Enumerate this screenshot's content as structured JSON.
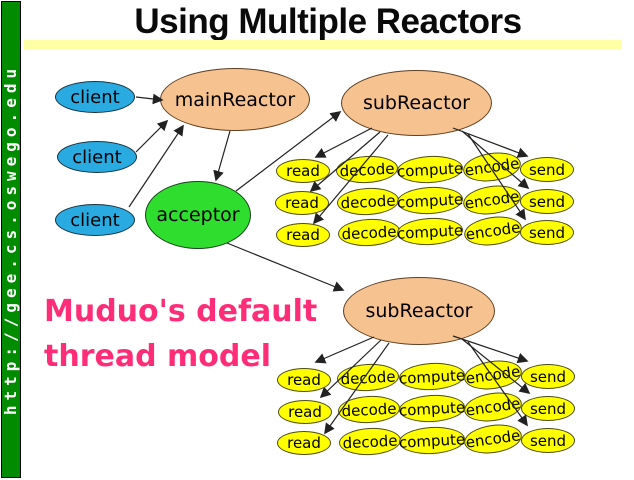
{
  "sidebar": {
    "url": "http://gee.cs.oswego.edu"
  },
  "slide": {
    "title": "Using Multiple Reactors",
    "caption": {
      "line1": "Muduo's default",
      "line2": "thread model"
    }
  },
  "diagram": {
    "nodes": {
      "clients": [
        "client",
        "client",
        "client"
      ],
      "main_reactor": "mainReactor",
      "acceptor": "acceptor",
      "sub_reactors": [
        "subReactor",
        "subReactor"
      ],
      "task_labels": [
        "read",
        "decode",
        "compute",
        "encode",
        "send"
      ],
      "task_rows_per_sub_reactor": 3
    },
    "edges": [
      {
        "from": "client-1",
        "to": "mainReactor"
      },
      {
        "from": "client-2",
        "to": "mainReactor"
      },
      {
        "from": "client-3",
        "to": "mainReactor"
      },
      {
        "from": "mainReactor",
        "to": "acceptor"
      },
      {
        "from": "acceptor",
        "to": "subReactor-top"
      },
      {
        "from": "acceptor",
        "to": "subReactor-bottom"
      },
      {
        "from": "subReactor-top",
        "to": "read-row-1"
      },
      {
        "from": "subReactor-top",
        "to": "read-row-2"
      },
      {
        "from": "subReactor-top",
        "to": "read-row-3"
      },
      {
        "from": "subReactor-top",
        "to": "send-row-1"
      },
      {
        "from": "subReactor-top",
        "to": "send-row-2"
      },
      {
        "from": "subReactor-top",
        "to": "send-row-3"
      },
      {
        "from": "subReactor-bottom",
        "to": "read-row-1"
      },
      {
        "from": "subReactor-bottom",
        "to": "read-row-2"
      },
      {
        "from": "subReactor-bottom",
        "to": "read-row-3"
      },
      {
        "from": "subReactor-bottom",
        "to": "send-row-1"
      },
      {
        "from": "subReactor-bottom",
        "to": "send-row-2"
      },
      {
        "from": "subReactor-bottom",
        "to": "send-row-3"
      }
    ],
    "colors": {
      "client_fill": "#29ABE2",
      "reactor_fill": "#F6C28F",
      "acceptor_fill": "#2EDD2E",
      "task_fill": "#FFFF00",
      "sidebar_green": "#008B00",
      "title_underline": "#FFFFA6",
      "caption_pink": "#FF2D78"
    }
  }
}
